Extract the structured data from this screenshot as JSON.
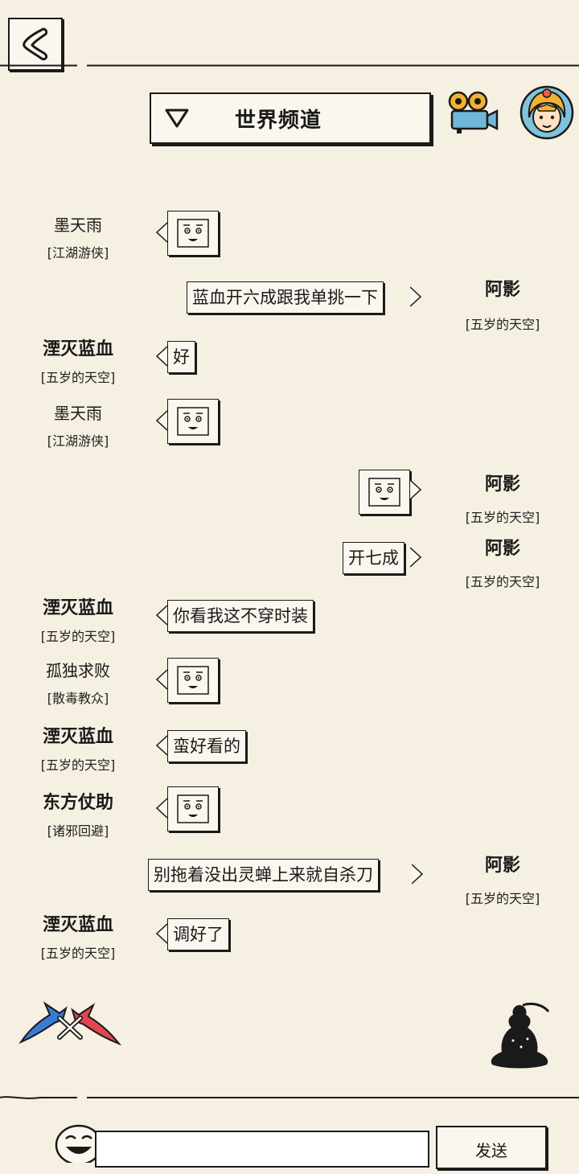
{
  "header": {
    "channel_title": "世界频道"
  },
  "messages": [
    {
      "side": "left",
      "name": "墨天雨",
      "tag": "[江湖游侠]",
      "bold": false,
      "type": "emoji"
    },
    {
      "side": "right",
      "name": "阿影",
      "tag": "[五岁的天空]",
      "bold": true,
      "type": "text",
      "text": "蓝血开六成跟我单挑一下"
    },
    {
      "side": "left",
      "name": "湮灭蓝血",
      "tag": "[五岁的天空]",
      "bold": true,
      "type": "text",
      "text": "好"
    },
    {
      "side": "left",
      "name": "墨天雨",
      "tag": "[江湖游侠]",
      "bold": false,
      "type": "emoji"
    },
    {
      "side": "right",
      "name": "阿影",
      "tag": "[五岁的天空]",
      "bold": true,
      "type": "emoji"
    },
    {
      "side": "right",
      "name": "阿影",
      "tag": "[五岁的天空]",
      "bold": true,
      "type": "text",
      "text": "开七成"
    },
    {
      "side": "left",
      "name": "湮灭蓝血",
      "tag": "[五岁的天空]",
      "bold": true,
      "type": "text",
      "text": "你看我这不穿时装"
    },
    {
      "side": "left",
      "name": "孤独求败",
      "tag": "[散毒教众]",
      "bold": false,
      "type": "emoji"
    },
    {
      "side": "left",
      "name": "湮灭蓝血",
      "tag": "[五岁的天空]",
      "bold": true,
      "type": "text",
      "text": "蛮好看的"
    },
    {
      "side": "left",
      "name": "东方仗助",
      "tag": "[诸邪回避]",
      "bold": true,
      "type": "emoji"
    },
    {
      "side": "right",
      "name": "阿影",
      "tag": "[五岁的天空]",
      "bold": true,
      "type": "text",
      "text": "别拖着没出灵蝉上来就自杀刀"
    },
    {
      "side": "left",
      "name": "湮灭蓝血",
      "tag": "[五岁的天空]",
      "bold": true,
      "type": "text",
      "text": "调好了"
    }
  ],
  "footer": {
    "send_label": "发送",
    "input_value": ""
  }
}
